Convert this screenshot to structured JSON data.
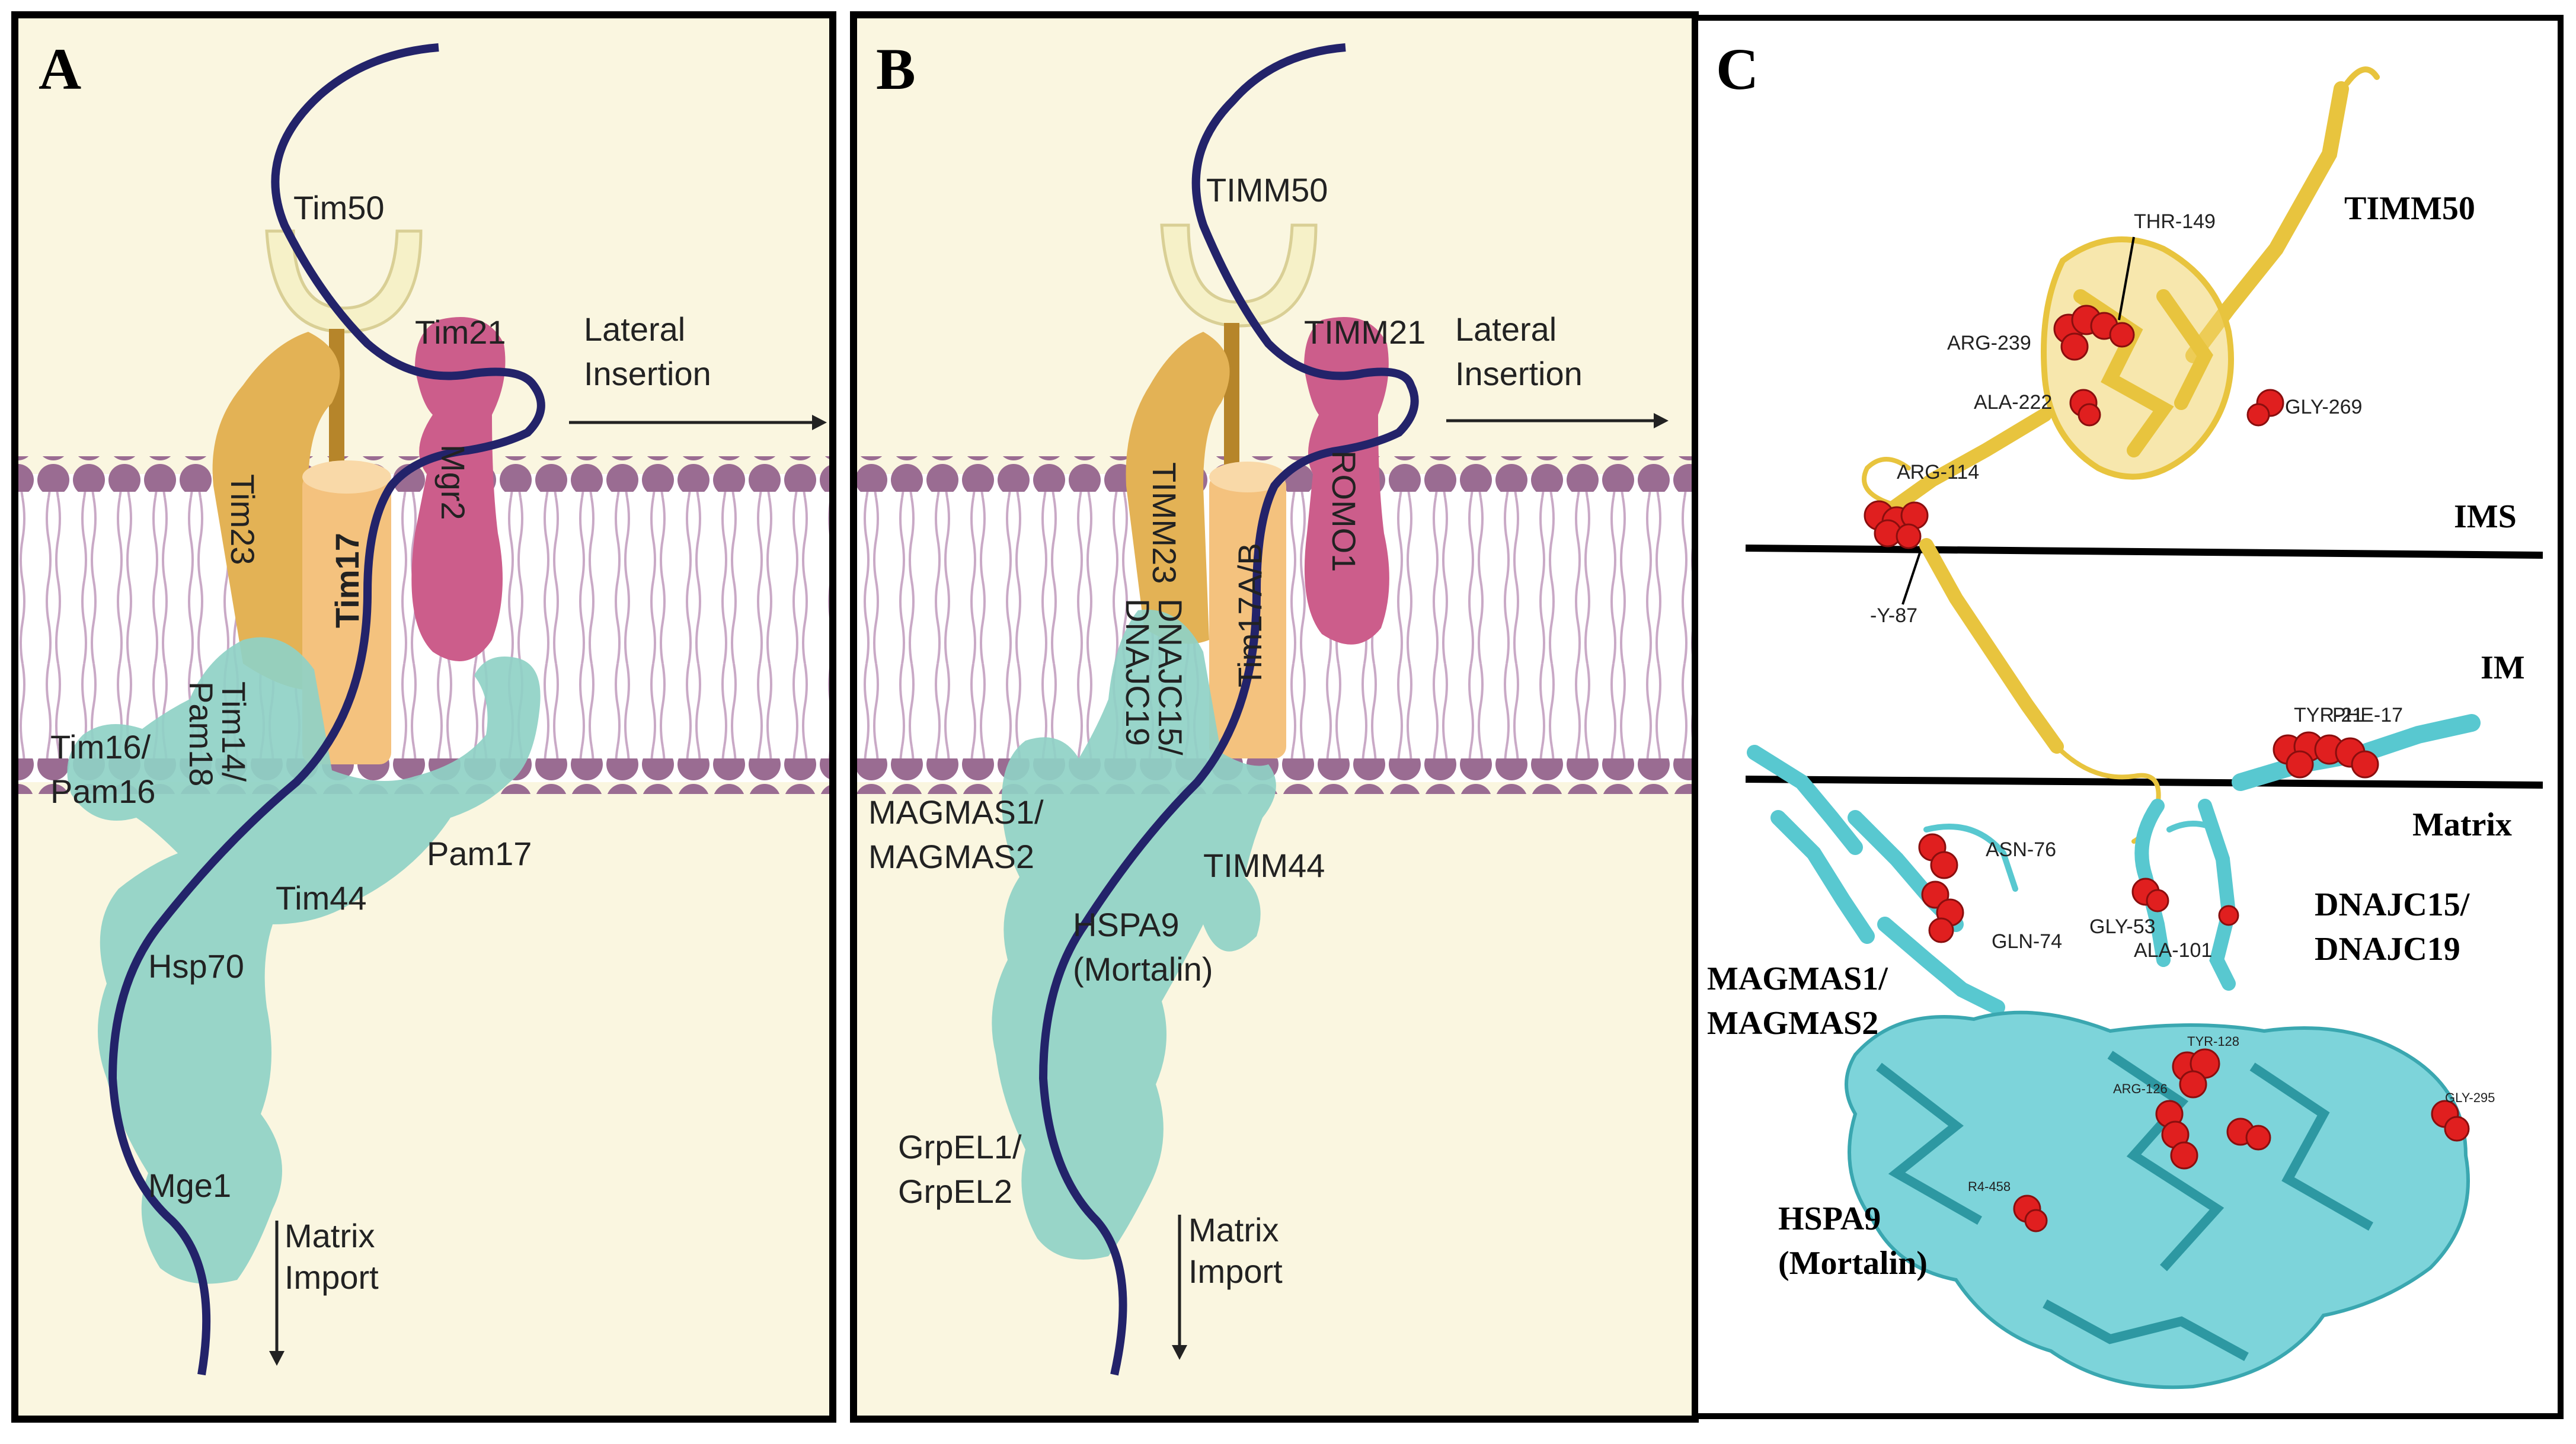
{
  "panel_a": {
    "letter": "A",
    "labels": {
      "tim50": "Tim50",
      "tim21": "Tim21",
      "tim23": "Tim23",
      "tim17": "Tim17",
      "mgr2": "Mgr2",
      "tim14_line1": "Tim14/",
      "tim14_line2": "Pam18",
      "tim16_line1": "Tim16/",
      "tim16_line2": "Pam16",
      "tim44": "Tim44",
      "pam17": "Pam17",
      "hsp70": "Hsp70",
      "mge1": "Mge1",
      "lateral_line1": "Lateral",
      "lateral_line2": "Insertion",
      "matrix_line1": "Matrix",
      "matrix_line2": "Import"
    }
  },
  "panel_b": {
    "letter": "B",
    "labels": {
      "timm50": "TIMM50",
      "timm21": "TIMM21",
      "timm23": "TIMM23",
      "tim17ab": "Tim17A/B",
      "romo1": "ROMO1",
      "dnajc_line1": "DNAJC15/",
      "dnajc_line2": "DNAJC19",
      "magmas_line1": "MAGMAS1/",
      "magmas_line2": "MAGMAS2",
      "timm44": "TIMM44",
      "hspa9_line1": "HSPA9",
      "hspa9_line2": "(Mortalin)",
      "grpel_line1": "GrpEL1/",
      "grpel_line2": "GrpEL2",
      "lateral_line1": "Lateral",
      "lateral_line2": "Insertion",
      "matrix_line1": "Matrix",
      "matrix_line2": "Import"
    }
  },
  "panel_c": {
    "letter": "C",
    "labels": {
      "timm50": "TIMM50",
      "ims": "IMS",
      "im": "IM",
      "matrix": "Matrix",
      "dnajc_line1": "DNAJC15/",
      "dnajc_line2": "DNAJC19",
      "magmas_line1": "MAGMAS1/",
      "magmas_line2": "MAGMAS2",
      "hspa9_line1": "HSPA9",
      "hspa9_line2": "(Mortalin)"
    },
    "residues": {
      "thr149": "THR-149",
      "arg239": "ARG-239",
      "ala222": "ALA-222",
      "gly269": "GLY-269",
      "arg114": "ARG-114",
      "gly87": "-Y-87",
      "tyr21": "TYR-21",
      "phe17": "PHE-17",
      "asn76": "ASN-76",
      "gln74": "GLN-74",
      "gly53": "GLY-53",
      "ala101": "ALA-101",
      "tyr128": "TYR-128",
      "arg126": "ARG-126",
      "gly295": "GLY-295",
      "r458": "R4-458"
    }
  },
  "colors": {
    "panel_bg": "#faf6e0",
    "membrane_head": "#9a6c92",
    "membrane_tail": "#c9a9c6",
    "polypeptide": "#23236a",
    "tim23_gold": "#e3b255",
    "tim17_orange": "#f4c27e",
    "tim21_pink": "#cc5d8b",
    "tim50_cream": "#f6f1c8",
    "pam_teal": "#8fd1c6",
    "protein_yellow": "#e8c43e",
    "protein_cyan": "#58c8d0",
    "residue_red": "#e01f1f"
  }
}
